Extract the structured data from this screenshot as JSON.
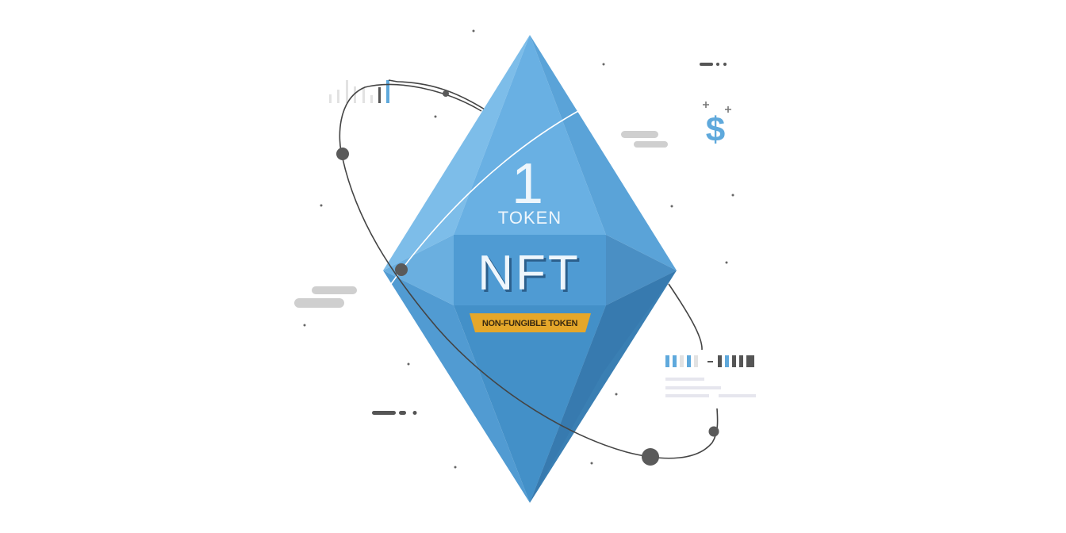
{
  "illustration": {
    "count_label": "1",
    "unit_label": "TOKEN",
    "main_label": "NFT",
    "banner_label": "NON-FUNGIBLE TOKEN",
    "currency_symbol": "$",
    "icons": [
      "diamond-gem-icon",
      "orbit-ring-icon",
      "bar-chart-icon",
      "dollar-sign-icon",
      "cloud-icon",
      "data-card-icon"
    ],
    "colors": {
      "gem_light": "#7dbde9",
      "gem_mid": "#5aa3d8",
      "gem_dark": "#3b80b4",
      "banner": "#e5a72a",
      "orbit": "#4a4a4a",
      "cloud": "#cccccc",
      "accent_blue": "#5fa9dc"
    }
  }
}
